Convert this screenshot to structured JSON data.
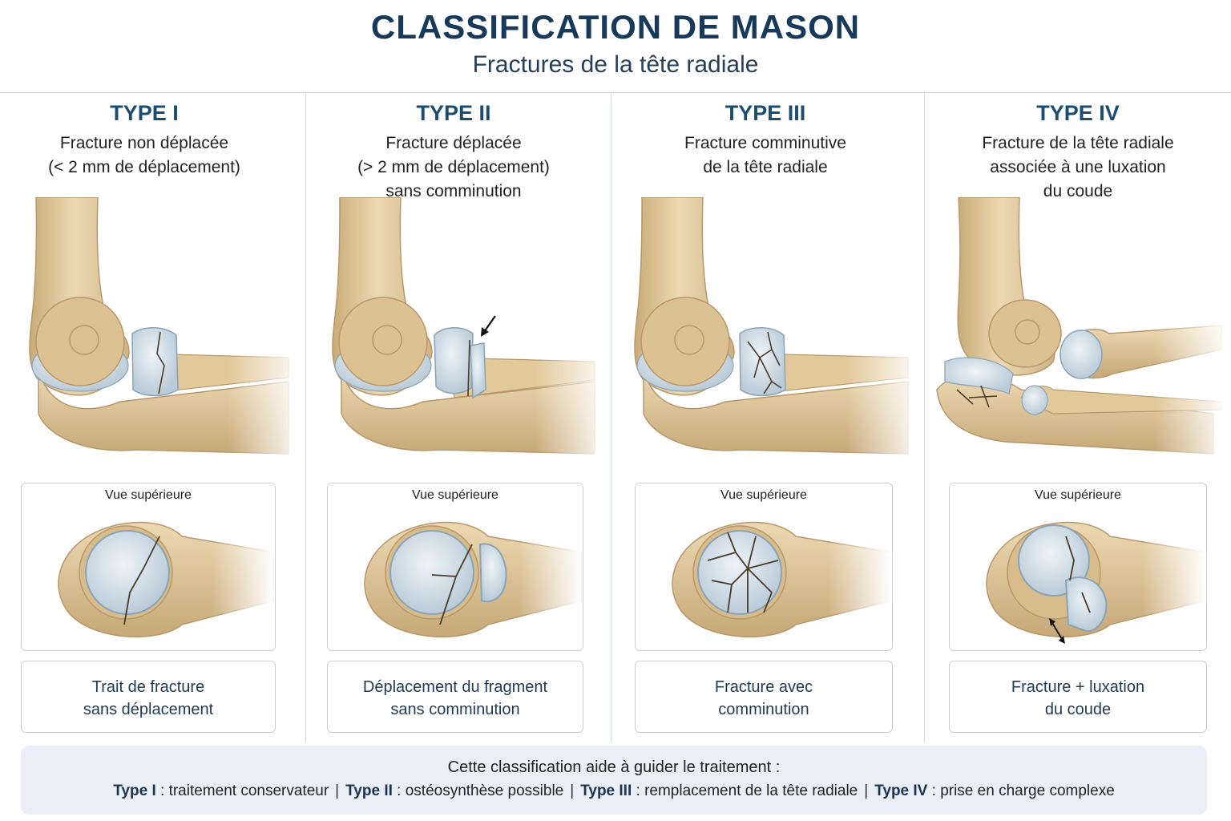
{
  "header": {
    "title": "CLASSIFICATION DE MASON",
    "subtitle": "Fractures de la tête radiale"
  },
  "colors": {
    "title": "#17395a",
    "type_title": "#1c4d6e",
    "bone": "#e3cc9e",
    "bone_shadow": "#c4a573",
    "cartilage": "#cfdde6",
    "footer_bg": "#e9eff4"
  },
  "types": [
    {
      "title": "TYPE I",
      "description": [
        "Fracture non déplacée",
        "(< 2 mm de déplacement)"
      ],
      "view_label": "Vue supérieure",
      "caption": [
        "Trait de fracture",
        "sans déplacement"
      ]
    },
    {
      "title": "TYPE II",
      "description": [
        "Fracture déplacée",
        "(> 2 mm de déplacement)",
        "sans comminution"
      ],
      "view_label": "Vue supérieure",
      "caption": [
        "Déplacement du fragment",
        "sans comminution"
      ]
    },
    {
      "title": "TYPE III",
      "description": [
        "Fracture comminutive",
        "de la tête radiale"
      ],
      "view_label": "Vue supérieure",
      "caption": [
        "Fracture avec",
        "comminution"
      ]
    },
    {
      "title": "TYPE IV",
      "description": [
        "Fracture de la tête radiale",
        "associée à une luxation",
        "du coude"
      ],
      "view_label": "Vue supérieure",
      "caption": [
        "Fracture + luxation",
        "du coude"
      ]
    }
  ],
  "footer": {
    "intro": "Cette classification aide à guider le traitement :",
    "items": [
      {
        "label": "Type I",
        "text": " : traitement conservateur"
      },
      {
        "label": "Type II",
        "text": " : ostéosynthèse possible"
      },
      {
        "label": "Type III",
        "text": " : remplacement de la tête radiale"
      },
      {
        "label": "Type IV",
        "text": " : prise en charge complexe"
      }
    ]
  }
}
